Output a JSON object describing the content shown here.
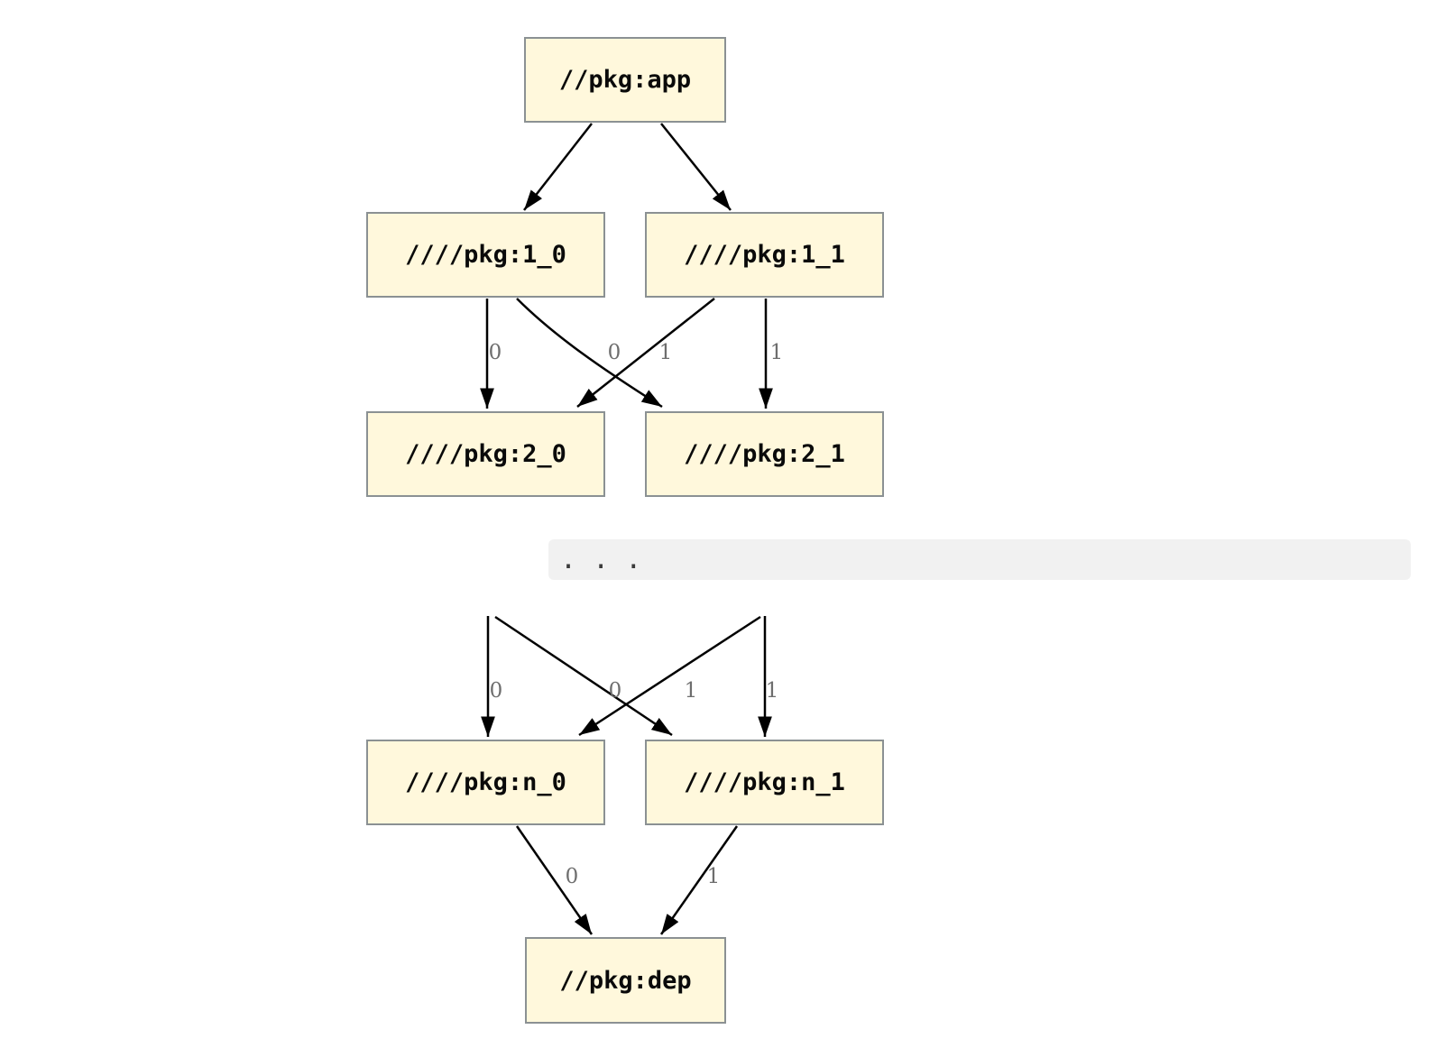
{
  "diagram": {
    "type": "dependency-graph",
    "colors": {
      "background": "#FFFFFF",
      "node_fill": "#FFF8DC",
      "node_border": "#8B9193",
      "edge": "#000000",
      "edge_label": "#6E6E6E",
      "separator_bg": "#F1F1F1",
      "separator_text": "#3B3B3B"
    },
    "graph1": {
      "nodes": [
        {
          "id": "app",
          "label": "//pkg:app"
        },
        {
          "id": "1_0",
          "label": "////pkg:1_0"
        },
        {
          "id": "1_1",
          "label": "////pkg:1_1"
        },
        {
          "id": "2_0",
          "label": "////pkg:2_0"
        },
        {
          "id": "2_1",
          "label": "////pkg:2_1"
        }
      ],
      "edges": [
        {
          "from": "app",
          "to": "1_0",
          "label": ""
        },
        {
          "from": "app",
          "to": "1_1",
          "label": ""
        },
        {
          "from": "1_0",
          "to": "2_0",
          "label": "0"
        },
        {
          "from": "1_0",
          "to": "2_1",
          "label": "0"
        },
        {
          "from": "1_1",
          "to": "2_0",
          "label": "1"
        },
        {
          "from": "1_1",
          "to": "2_1",
          "label": "1"
        }
      ]
    },
    "separator": {
      "text": ". . ."
    },
    "graph2": {
      "nodes": [
        {
          "id": "n_0",
          "label": "////pkg:n_0"
        },
        {
          "id": "n_1",
          "label": "////pkg:n_1"
        },
        {
          "id": "dep",
          "label": "//pkg:dep"
        }
      ],
      "edges": [
        {
          "from": "prev_0",
          "to": "n_0",
          "label": "0"
        },
        {
          "from": "prev_0",
          "to": "n_1",
          "label": "0"
        },
        {
          "from": "prev_1",
          "to": "n_0",
          "label": "1"
        },
        {
          "from": "prev_1",
          "to": "n_1",
          "label": "1"
        },
        {
          "from": "n_0",
          "to": "dep",
          "label": "0"
        },
        {
          "from": "n_1",
          "to": "dep",
          "label": "1"
        }
      ]
    }
  }
}
